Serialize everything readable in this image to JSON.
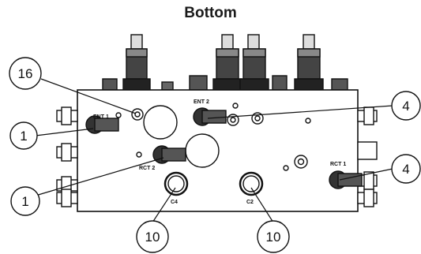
{
  "title": "Bottom",
  "callouts": [
    "16",
    "1",
    "1",
    "4",
    "4",
    "10",
    "10"
  ],
  "port_labels": {
    "ent1": "ENT 1",
    "ent2": "ENT 2",
    "rct2": "RCT 2",
    "rct1": "RCT 1",
    "c4": "C4",
    "c2": "C2"
  }
}
